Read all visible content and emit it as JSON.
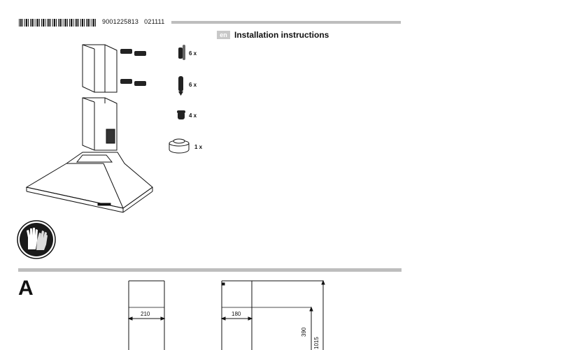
{
  "header": {
    "document_number": "9001225813",
    "date_code": "021111",
    "language_code": "en",
    "title": "Installation instructions"
  },
  "parts": [
    {
      "name": "wall-plug-icon",
      "quantity": "6 x"
    },
    {
      "name": "screw-icon",
      "quantity": "6 x"
    },
    {
      "name": "cap-icon",
      "quantity": "4 x"
    },
    {
      "name": "flange-adapter-icon",
      "quantity": "1 x"
    }
  ],
  "section": {
    "letter": "A"
  },
  "dimensions": {
    "left_width": "210",
    "right_width": "180",
    "right_height_inner": "390",
    "right_height_outer": "1015"
  },
  "icons": {
    "safety": "gloves-icon"
  },
  "colors": {
    "rule": "#bdbdbd",
    "language_badge": "#c8c8c8",
    "ink": "#111111"
  }
}
